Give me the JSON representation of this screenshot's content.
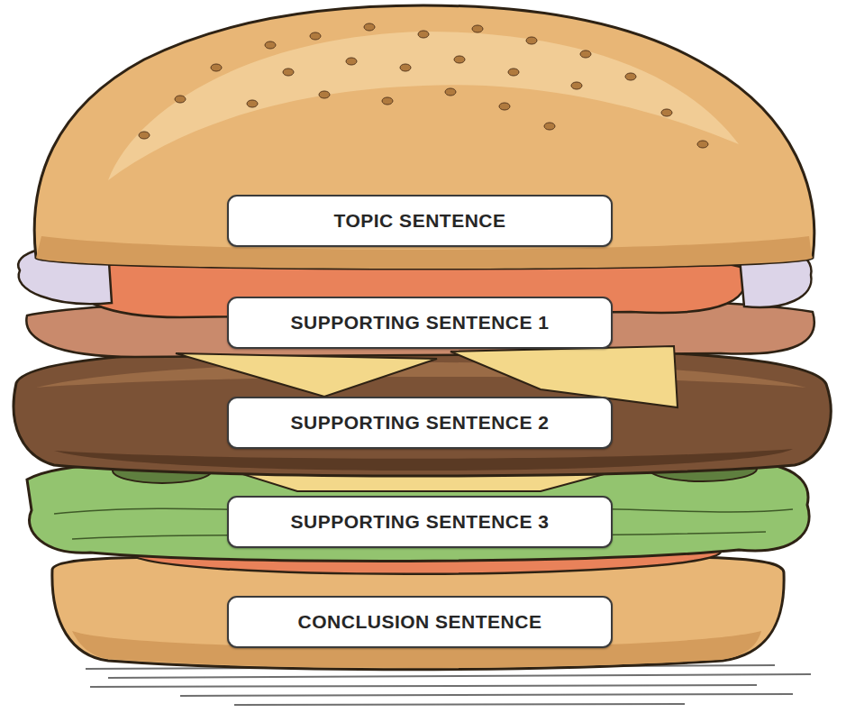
{
  "diagram": {
    "nodes": [
      {
        "text": [
          "TOPIC SENTENCE"
        ]
      },
      {
        "text": [
          "SUPPORTING SENTENCE 1"
        ]
      },
      {
        "text": [
          "SUPPORTING SENTENCE 2"
        ]
      },
      {
        "text": [
          "SUPPORTING SENTENCE 3"
        ]
      },
      {
        "text": [
          "CONCLUSION SENTENCE"
        ]
      }
    ]
  }
}
